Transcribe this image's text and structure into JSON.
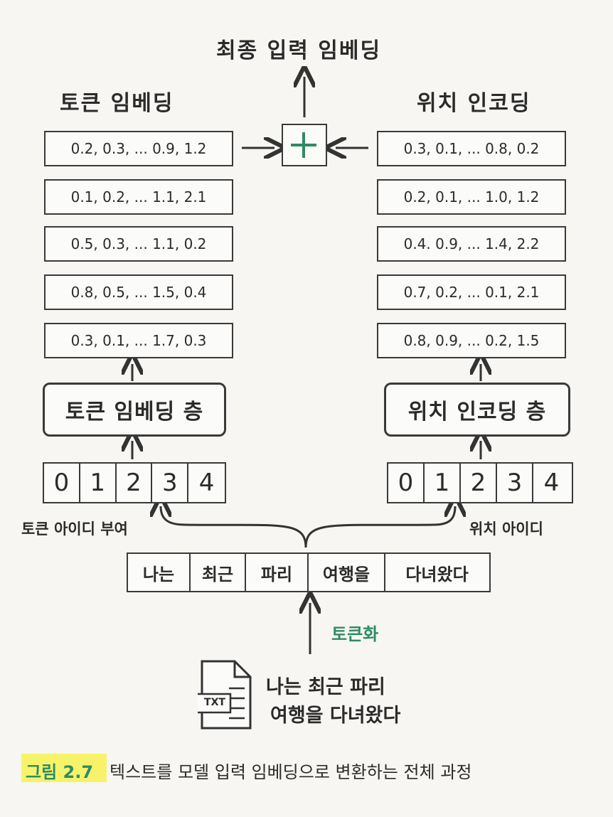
{
  "final_title": "최종 입력 임베딩",
  "token_embedding_title": "토큰 임베딩",
  "position_encoding_title": "위치 인코딩",
  "token_vectors": [
    "0.2, 0.3, ... 0.9, 1.2",
    "0.1, 0.2, ... 1.1, 2.1",
    "0.5, 0.3, ... 1.1, 0.2",
    "0.8, 0.5, ... 1.5, 0.4",
    "0.3, 0.1, ... 1.7, 0.3"
  ],
  "position_vectors": [
    "0.3, 0.1, ... 0.8, 0.2",
    "0.2, 0.1, ... 1.0, 1.2",
    "0.4. 0.9, ... 1.4, 2.2",
    "0.7, 0.2, ... 0.1, 2.1",
    "0.8, 0.9, ... 0.2, 1.5"
  ],
  "token_layer_label": "토큰 임베딩 층",
  "position_layer_label": "위치 인코딩 층",
  "token_ids": [
    "0",
    "1",
    "2",
    "3",
    "4"
  ],
  "position_ids": [
    "0",
    "1",
    "2",
    "3",
    "4"
  ],
  "token_id_label": "토큰 아이디 부여",
  "position_id_label": "위치 아이디",
  "tokens": [
    "나는",
    "최근",
    "파리",
    "여행을",
    "다녀왔다"
  ],
  "tokenize_label": "토큰화",
  "file_icon_label": "TXT",
  "input_text_line1": "나는 최근 파리",
  "input_text_line2": "여행을 다녀왔다",
  "caption_number": "그림 2.7",
  "caption_text": "텍스트를 모델 입력 임베딩으로 변환하는 전체 과정",
  "colors": {
    "accent_green": "#2e8b65",
    "highlight_yellow": "#f6f36b",
    "ink": "#2b2b2b"
  }
}
